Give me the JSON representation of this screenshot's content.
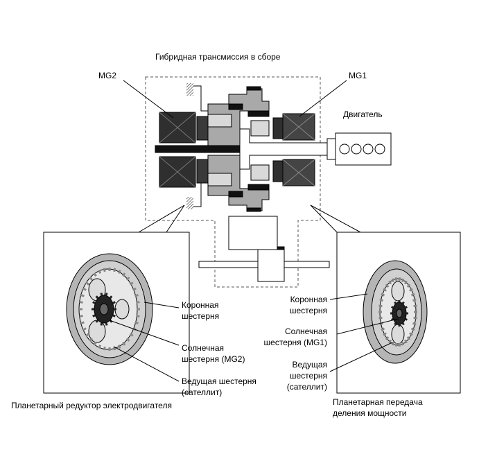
{
  "diagram": {
    "title": "Гибридная трансмиссия в сборе",
    "components": {
      "mg2": "MG2",
      "mg1": "MG1",
      "engine": "Двигатель"
    },
    "left_inset": {
      "caption": "Планетарный редуктор электродвигателя",
      "ring_gear": "Коронная\nшестерня",
      "sun_gear": "Солнечная\nшестерня (MG2)",
      "pinion_gear": "Ведущая шестерня\n(сателлит)"
    },
    "right_inset": {
      "caption": "Планетарная передача\nделения мощности",
      "ring_gear": "Коронная\nшестерня",
      "sun_gear": "Солнечная\nшестерня (MG1)",
      "pinion_gear": "Ведущая\nшестерня\n(сателлит)"
    }
  },
  "colors": {
    "motor_dark": "#3a3a3a",
    "gear_grey": "#a9a9a9",
    "light_grey": "#d9d9d9",
    "outline": "#000000"
  }
}
